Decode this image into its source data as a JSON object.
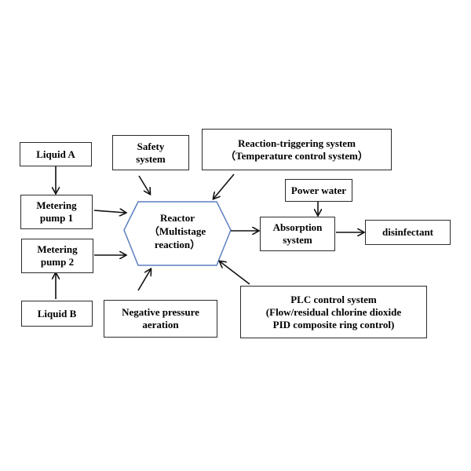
{
  "nodes": {
    "liquid_a": "Liquid A",
    "metering_pump_1": "Metering\npump 1",
    "metering_pump_2": "Metering\npump 2",
    "liquid_b": "Liquid B",
    "safety_system": "Safety\nsystem",
    "reaction_triggering": "Reaction-triggering system\n（Temperature control system）",
    "reactor": "Reactor\n（Multistage\nreaction）",
    "power_water": "Power water",
    "absorption_system": "Absorption\nsystem",
    "disinfectant": "disinfectant",
    "negative_pressure": "Negative pressure\naeration",
    "plc_control": "PLC control system\n(Flow/residual chlorine dioxide\nPID composite ring control)"
  },
  "colors": {
    "box_border": "#2b2b2b",
    "hexagon_border": "#5b7fc0",
    "arrow": "#111111",
    "text": "#000000"
  }
}
